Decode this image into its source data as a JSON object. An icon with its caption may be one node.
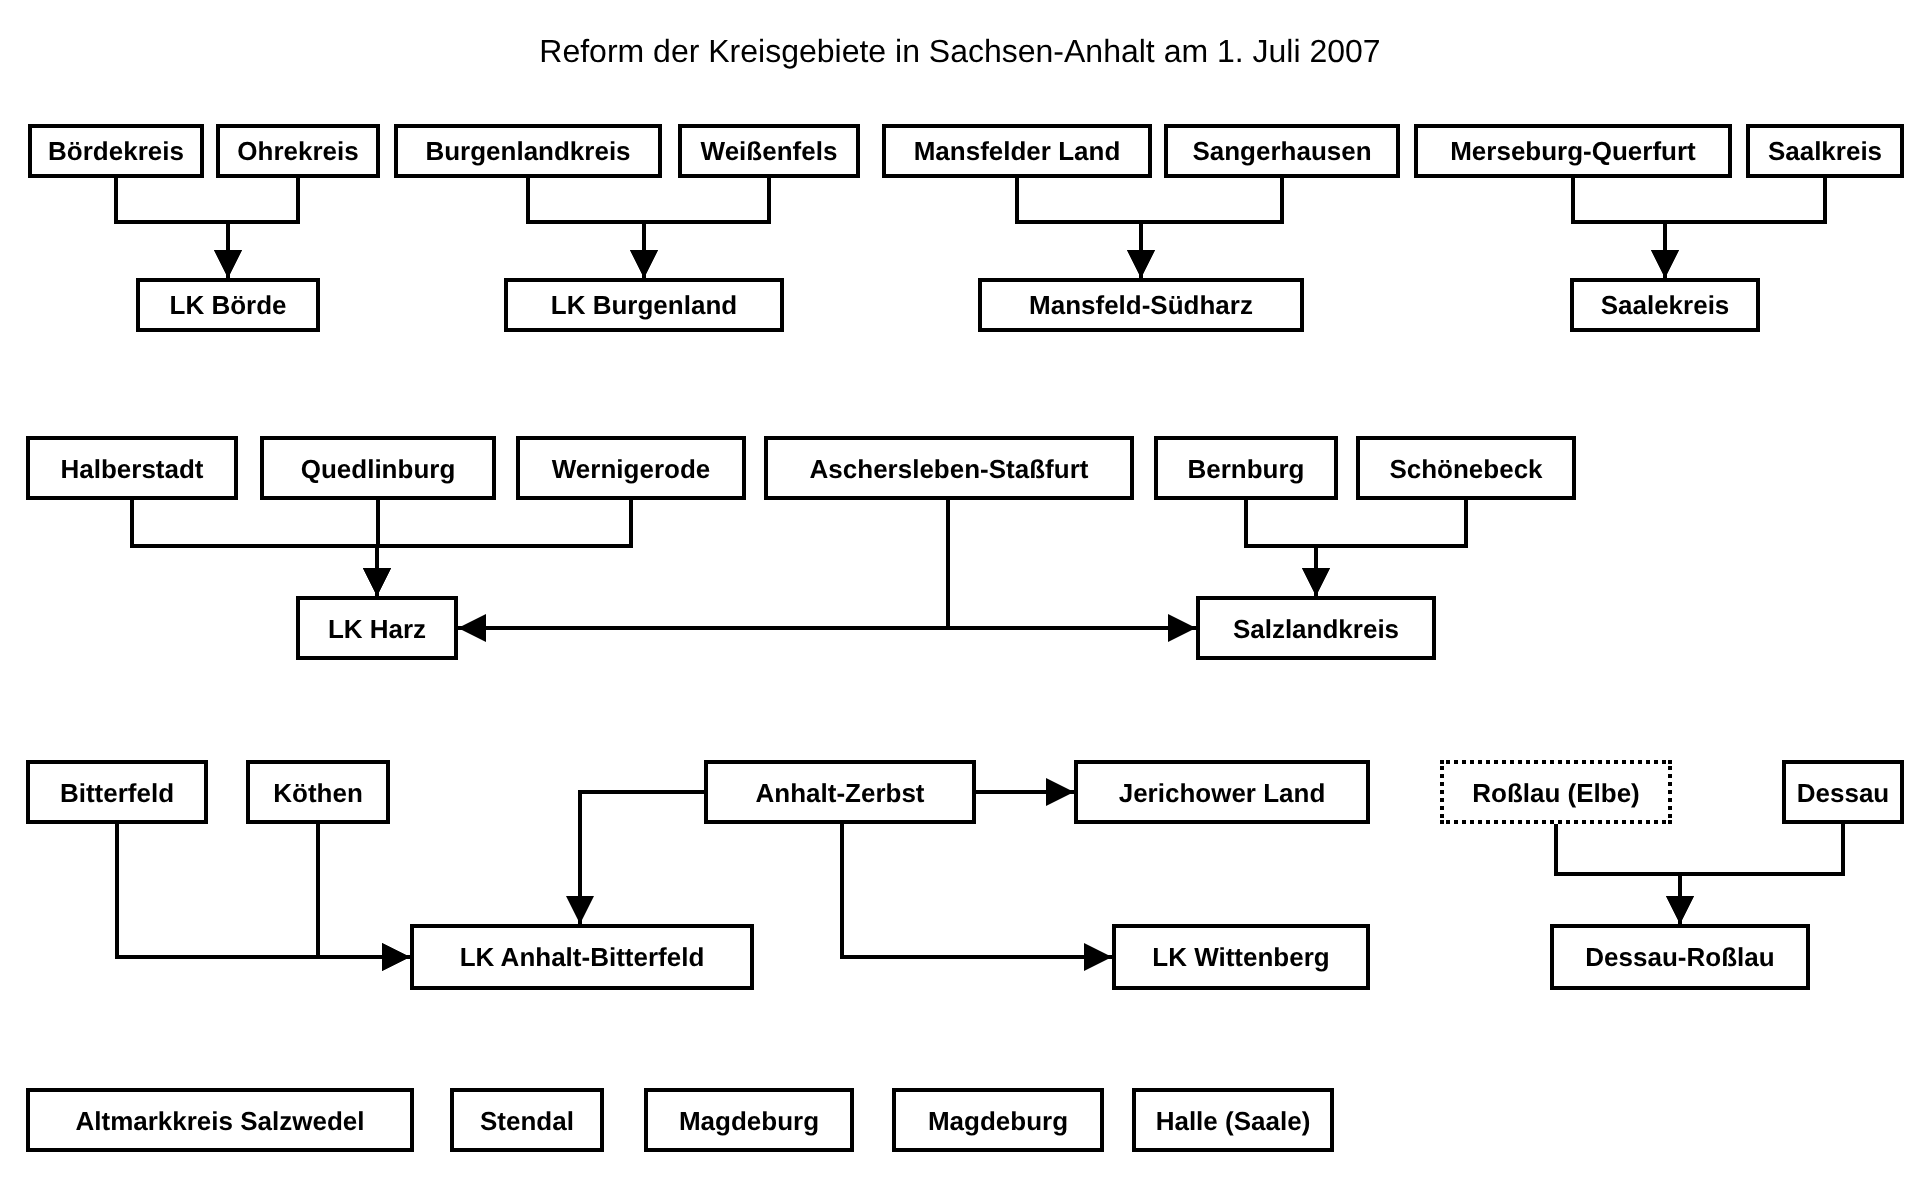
{
  "diagram": {
    "title": "Reform der Kreisgebiete in Sachsen-Anhalt am 1. Juli 2007",
    "nodes": [
      {
        "text": [
          "Bördekreis"
        ]
      },
      {
        "text": [
          "Ohrekreis"
        ]
      },
      {
        "text": [
          "LK Börde"
        ]
      },
      {
        "text": [
          "Burgenlandkreis"
        ]
      },
      {
        "text": [
          "Weißenfels"
        ]
      },
      {
        "text": [
          "LK Burgenland"
        ]
      },
      {
        "text": [
          "Mansfelder Land"
        ]
      },
      {
        "text": [
          "Sangerhausen"
        ]
      },
      {
        "text": [
          "Mansfeld-Südharz"
        ]
      },
      {
        "text": [
          "Merseburg-Querfurt"
        ]
      },
      {
        "text": [
          "Saalkreis"
        ]
      },
      {
        "text": [
          "Saalekreis"
        ]
      },
      {
        "text": [
          "Halberstadt"
        ]
      },
      {
        "text": [
          "Quedlinburg"
        ]
      },
      {
        "text": [
          "Wernigerode"
        ]
      },
      {
        "text": [
          "Aschersleben-Staßfurt"
        ]
      },
      {
        "text": [
          "Bernburg"
        ]
      },
      {
        "text": [
          "Schönebeck"
        ]
      },
      {
        "text": [
          "LK Harz"
        ]
      },
      {
        "text": [
          "Salzlandkreis"
        ]
      },
      {
        "text": [
          "Bitterfeld"
        ]
      },
      {
        "text": [
          "Köthen"
        ]
      },
      {
        "text": [
          "Anhalt-Zerbst"
        ]
      },
      {
        "text": [
          "Jerichower Land"
        ]
      },
      {
        "text": [
          "LK Anhalt-Bitterfeld"
        ]
      },
      {
        "text": [
          "LK Wittenberg"
        ]
      },
      {
        "text": [
          "Roßlau (Elbe)"
        ]
      },
      {
        "text": [
          "Dessau"
        ]
      },
      {
        "text": [
          "Dessau-Roßlau"
        ]
      },
      {
        "text": [
          "Altmarkkreis Salzwedel"
        ]
      },
      {
        "text": [
          "Stendal"
        ]
      },
      {
        "text": [
          "Magdeburg"
        ]
      },
      {
        "text": [
          "Magdeburg"
        ]
      },
      {
        "text": [
          "Halle (Saale)"
        ]
      }
    ],
    "edges": [
      {
        "from": 0,
        "to": 2,
        "arrow": "to"
      },
      {
        "from": 1,
        "to": 2,
        "arrow": "to"
      },
      {
        "from": 3,
        "to": 5,
        "arrow": "to"
      },
      {
        "from": 4,
        "to": 5,
        "arrow": "to"
      },
      {
        "from": 6,
        "to": 8,
        "arrow": "to"
      },
      {
        "from": 7,
        "to": 8,
        "arrow": "to"
      },
      {
        "from": 9,
        "to": 11,
        "arrow": "to"
      },
      {
        "from": 10,
        "to": 11,
        "arrow": "to"
      },
      {
        "from": 12,
        "to": 18,
        "arrow": "to"
      },
      {
        "from": 13,
        "to": 18,
        "arrow": "to"
      },
      {
        "from": 14,
        "to": 18,
        "arrow": "to"
      },
      {
        "from": 15,
        "to": 18,
        "arrow": "to"
      },
      {
        "from": 15,
        "to": 19,
        "arrow": "to"
      },
      {
        "from": 16,
        "to": 19,
        "arrow": "to"
      },
      {
        "from": 17,
        "to": 19,
        "arrow": "to"
      },
      {
        "from": 20,
        "to": 24,
        "arrow": "to"
      },
      {
        "from": 21,
        "to": 24,
        "arrow": "to"
      },
      {
        "from": 22,
        "to": 24,
        "arrow": "to"
      },
      {
        "from": 22,
        "to": 23,
        "arrow": "to"
      },
      {
        "from": 22,
        "to": 25,
        "arrow": "to"
      },
      {
        "from": 26,
        "to": 28,
        "arrow": "to"
      },
      {
        "from": 27,
        "to": 28,
        "arrow": "to"
      }
    ]
  }
}
